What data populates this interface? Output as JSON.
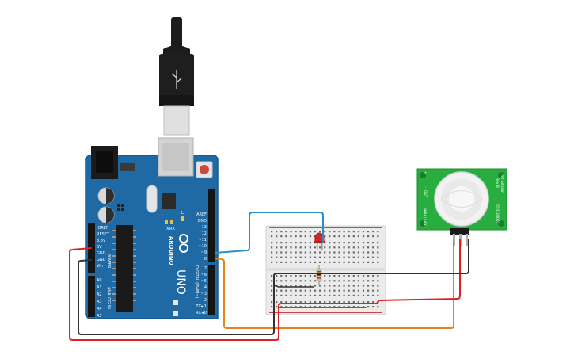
{
  "arduino": {
    "model_label": "UNO",
    "brand_label": "ARDUINO",
    "power_label": "POWER",
    "analog_label": "ANALOG IN",
    "digital_label": "DIGITAL (PWM~)",
    "led_labels": [
      "TX",
      "RX",
      "L"
    ],
    "left_pins": [
      "IOREF",
      "RESET",
      "3.3V",
      "5V",
      "GND",
      "GND",
      "Vin"
    ],
    "analog_pins": [
      "A0",
      "A1",
      "A2",
      "A3",
      "A4",
      "A5"
    ],
    "top_right_pins": [
      "AREF",
      "GND",
      "13",
      "12",
      "~11",
      "~10",
      "~9",
      "8"
    ],
    "bottom_right_pins": [
      "7",
      "~6",
      "~5",
      "4",
      "~3",
      "2",
      "TX►1",
      "RX◄0"
    ]
  },
  "pir": {
    "title_lines": [
      "PIR Sensor",
      "Rev B"
    ],
    "side_text": "PARALLAX",
    "part_number": "555-28027",
    "pin_labels": [
      "+",
      "-",
      "OUT"
    ]
  },
  "colors": {
    "board": "#1f6aa5",
    "board_edge": "#155a8e",
    "wire_red": "#e02020",
    "wire_black": "#333333",
    "wire_orange": "#e8831c",
    "wire_blue": "#2a8fc5",
    "pir_board": "#27ae3f",
    "led": "#d32626",
    "breadboard": "#ebebeb"
  }
}
